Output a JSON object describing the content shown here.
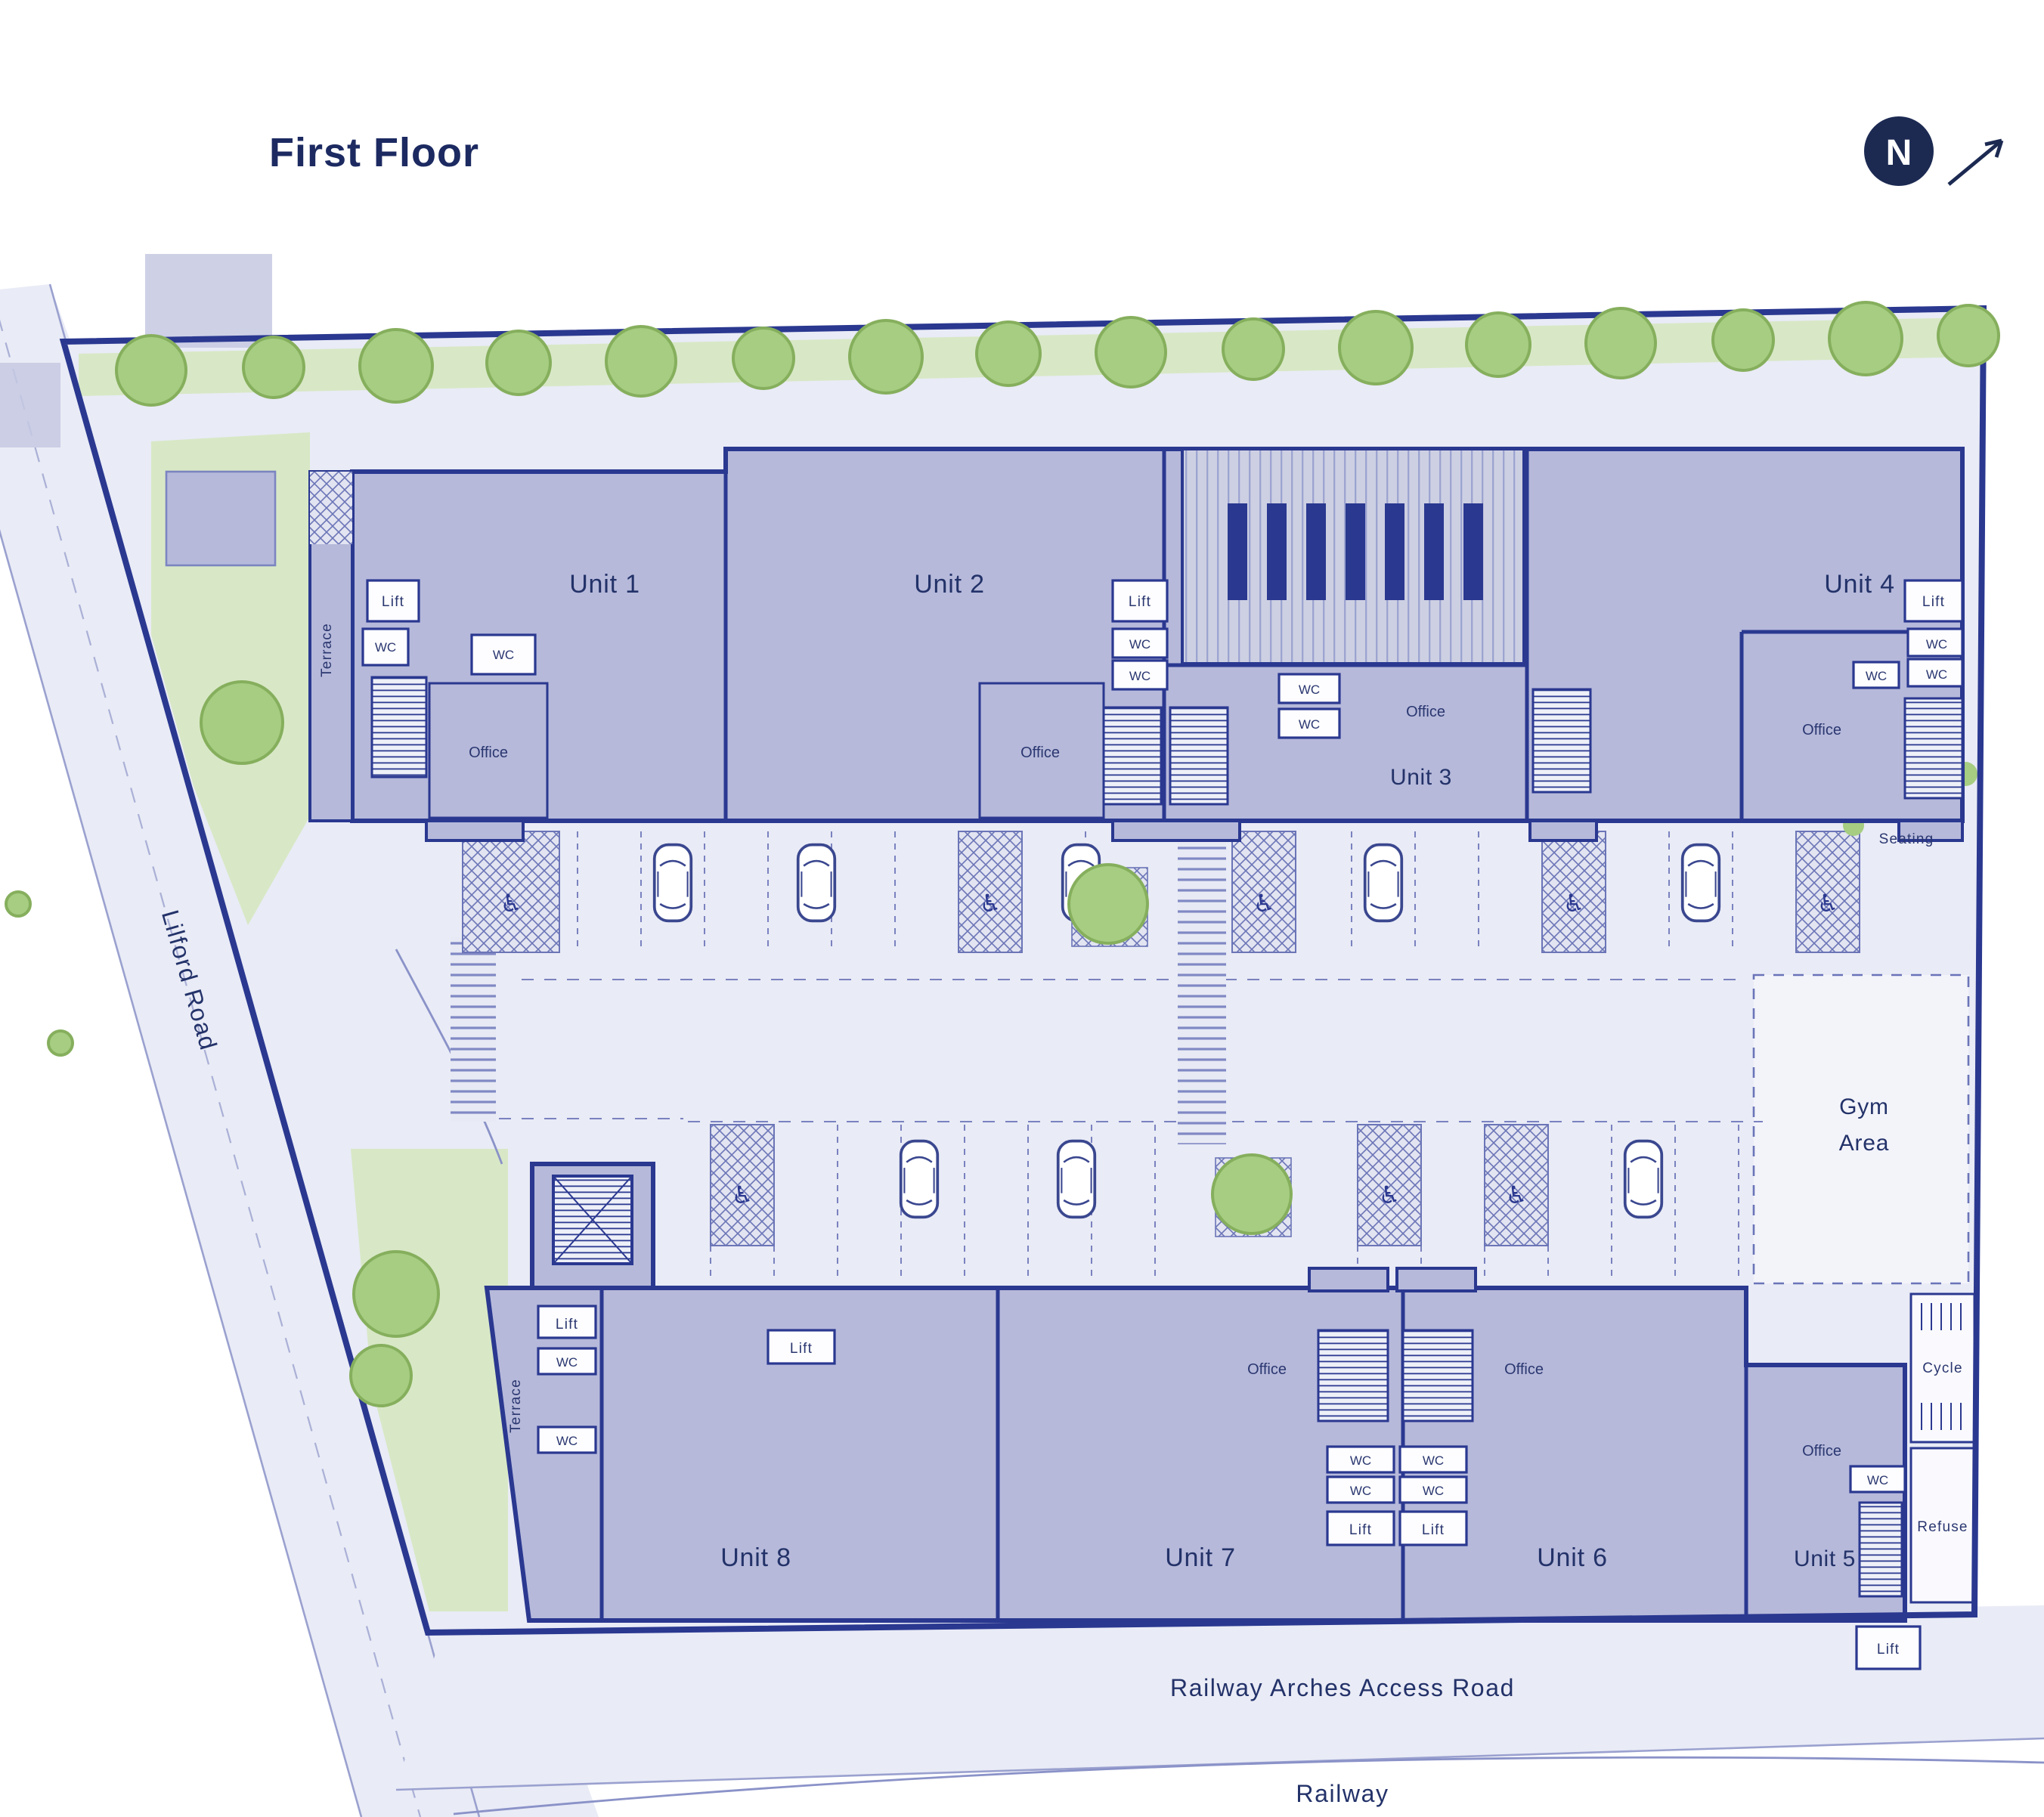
{
  "title": "First Floor",
  "compass": {
    "n": "N"
  },
  "roads": {
    "lilford": "Lilford Road",
    "access": "Railway Arches Access Road",
    "railway": "Railway"
  },
  "site": {
    "gym1": "Gym",
    "gym2": "Area",
    "seating": "Seating",
    "cycle": "Cycle",
    "refuse": "Refuse"
  },
  "units": {
    "u1": "Unit 1",
    "u2": "Unit 2",
    "u3": "Unit 3",
    "u4": "Unit 4",
    "u5": "Unit 5",
    "u6": "Unit 6",
    "u7": "Unit 7",
    "u8": "Unit 8"
  },
  "rooms": {
    "lift": "Lift",
    "wc": "WC",
    "office": "Office",
    "terrace": "Terrace"
  },
  "icons": {
    "wheelchair": "♿"
  },
  "colors": {
    "boundary_navy": "#2a3890",
    "building_fill": "#b6b9da",
    "site_fill": "#e9ebf6",
    "tree_green": "#a6cd81",
    "green_band": "#d8e8c6",
    "text_navy": "#233269",
    "north_badge": "#1c2a52",
    "white": "#ffffff"
  }
}
